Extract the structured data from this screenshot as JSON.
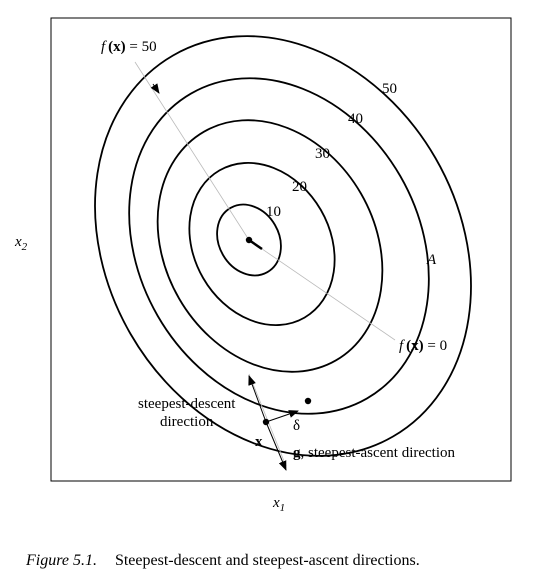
{
  "axes": {
    "x_label": "x",
    "x_sub": "1",
    "y_label": "x",
    "y_sub": "2"
  },
  "contours": {
    "levels": [
      "10",
      "20",
      "30",
      "40",
      "50"
    ],
    "outer_label_prefix": "f",
    "outer_label_arg": "(x)",
    "outer_label_value": " = 50",
    "zero_label_prefix": "f",
    "zero_label_arg": "(x)",
    "zero_label_value": " = 0",
    "region_label": "A"
  },
  "annotations": {
    "descent_line1": "steepest-descent",
    "descent_line2": "direction",
    "point_x": "x",
    "delta": "δ",
    "ascent_bold": "g",
    "ascent_rest": ", steepest-ascent direction"
  },
  "caption": {
    "figure_number": "Figure 5.1.",
    "text": "Steepest-descent and steepest-ascent directions."
  }
}
